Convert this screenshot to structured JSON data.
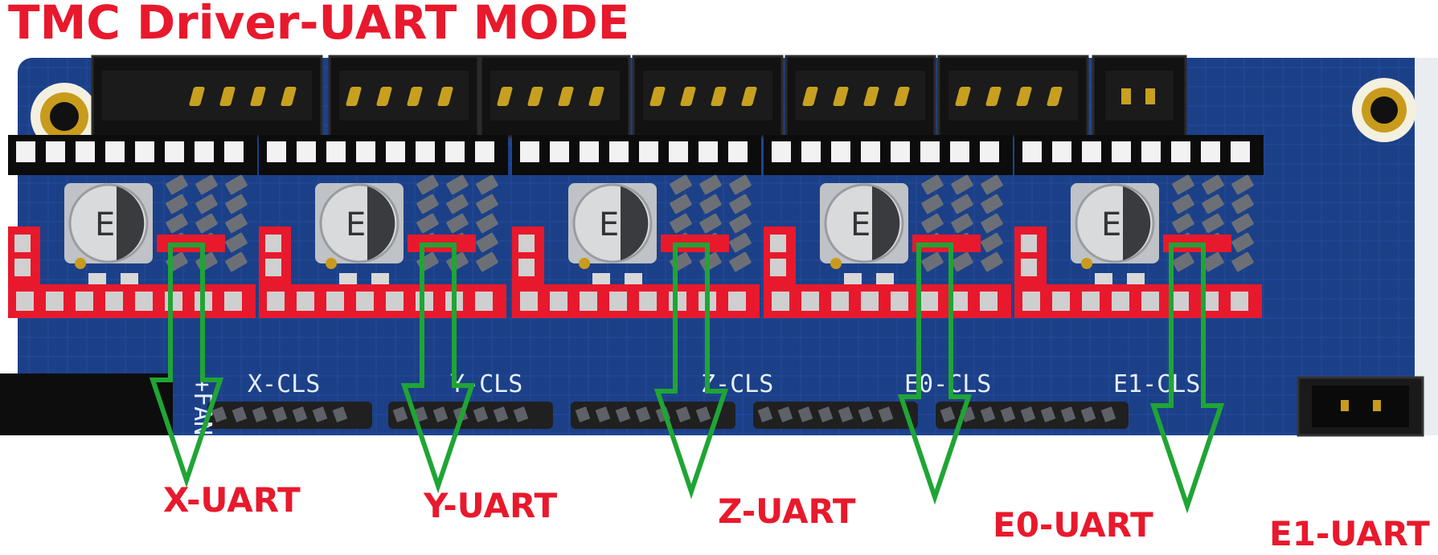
{
  "title": "TMC Driver-UART MODE",
  "board_labels": {
    "fan": "+FAN",
    "capacitor_mark": "E",
    "cls": [
      "X-CLS",
      "Y-CLS",
      "Z-CLS",
      "E0-CLS",
      "E1-CLS"
    ]
  },
  "uart_labels": [
    "X-UART",
    "Y-UART",
    "Z-UART",
    "E0-UART",
    "E1-UART"
  ],
  "colors": {
    "title": "#e8192c",
    "board": "#1e4490",
    "headers": "#e8192c",
    "arrows": "#1fa535"
  }
}
